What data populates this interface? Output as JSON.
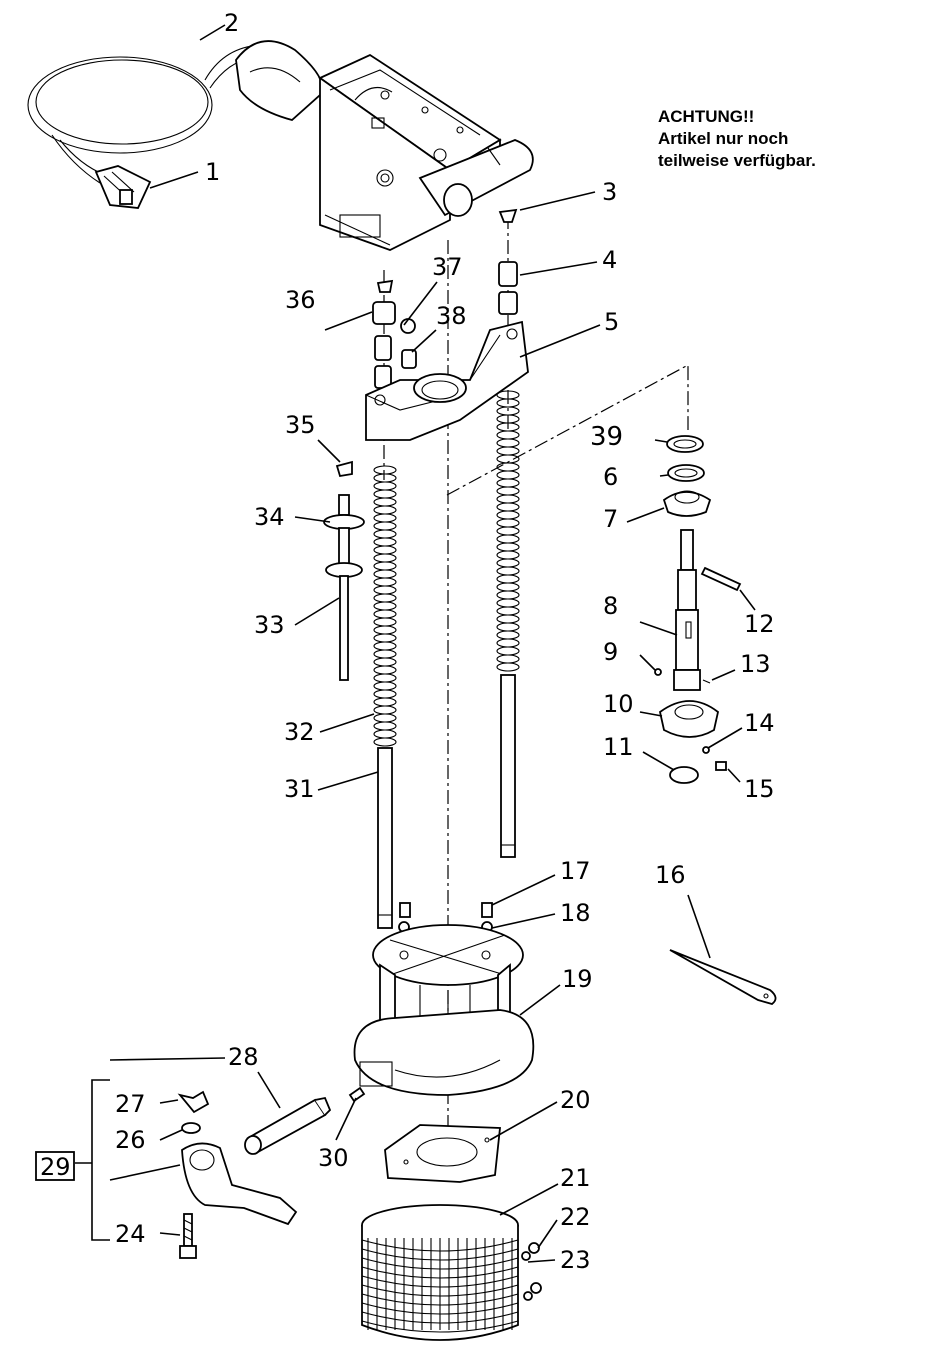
{
  "notice": {
    "line1": "ACHTUNG!!",
    "line2": "Artikel nur noch",
    "line3": "teilweise verfügbar."
  },
  "callouts": {
    "c1": "1",
    "c2": "2",
    "c3": "3",
    "c4": "4",
    "c5": "5",
    "c6": "6",
    "c7": "7",
    "c8": "8",
    "c9": "9",
    "c10": "10",
    "c11": "11",
    "c12": "12",
    "c13": "13",
    "c14": "14",
    "c15": "15",
    "c16": "16",
    "c17": "17",
    "c18": "18",
    "c19": "19",
    "c20": "20",
    "c21": "21",
    "c22": "22",
    "c23": "23",
    "c24": "24",
    "c26": "26",
    "c27": "27",
    "c28": "28",
    "c29": "29",
    "c30": "30",
    "c31": "31",
    "c32": "32",
    "c33": "33",
    "c34": "34",
    "c35": "35",
    "c36": "36",
    "c37": "37",
    "c38": "38",
    "c39": "39"
  }
}
